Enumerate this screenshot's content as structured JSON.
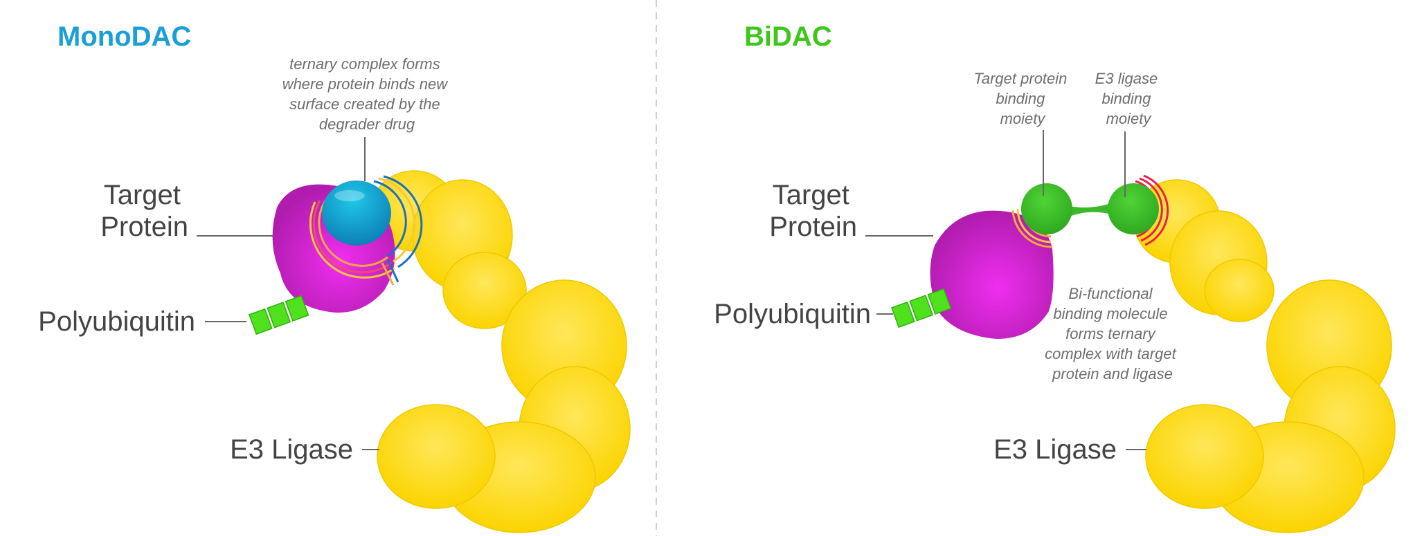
{
  "colors": {
    "monodac_title": "#1a9fd6",
    "bidac_title": "#3ec71a",
    "target_protein": "#c61fc4",
    "e3_ligase": "#fdd700",
    "monodac_drug": "#1494c8",
    "bidac_moiety": "#3cb82a",
    "polyubiquitin": "#4fe01e"
  },
  "left_panel": {
    "title": "MonoDAC",
    "annotation": [
      "ternary complex forms",
      "where protein binds new",
      "surface created by the",
      "degrader drug"
    ],
    "target_protein": [
      "Target",
      "Protein"
    ],
    "polyubiquitin": "Polyubiquitin",
    "e3_ligase": "E3 Ligase"
  },
  "right_panel": {
    "title": "BiDAC",
    "target_moiety_note": [
      "Target protein",
      "binding",
      "moiety"
    ],
    "e3_moiety_note": [
      "E3 ligase",
      "binding",
      "moiety"
    ],
    "bifunctional_note": [
      "Bi-functional",
      "binding molecule",
      "forms ternary",
      "complex with target",
      "protein and ligase"
    ],
    "target_protein": [
      "Target",
      "Protein"
    ],
    "polyubiquitin": "Polyubiquitin",
    "e3_ligase": "E3 Ligase"
  }
}
